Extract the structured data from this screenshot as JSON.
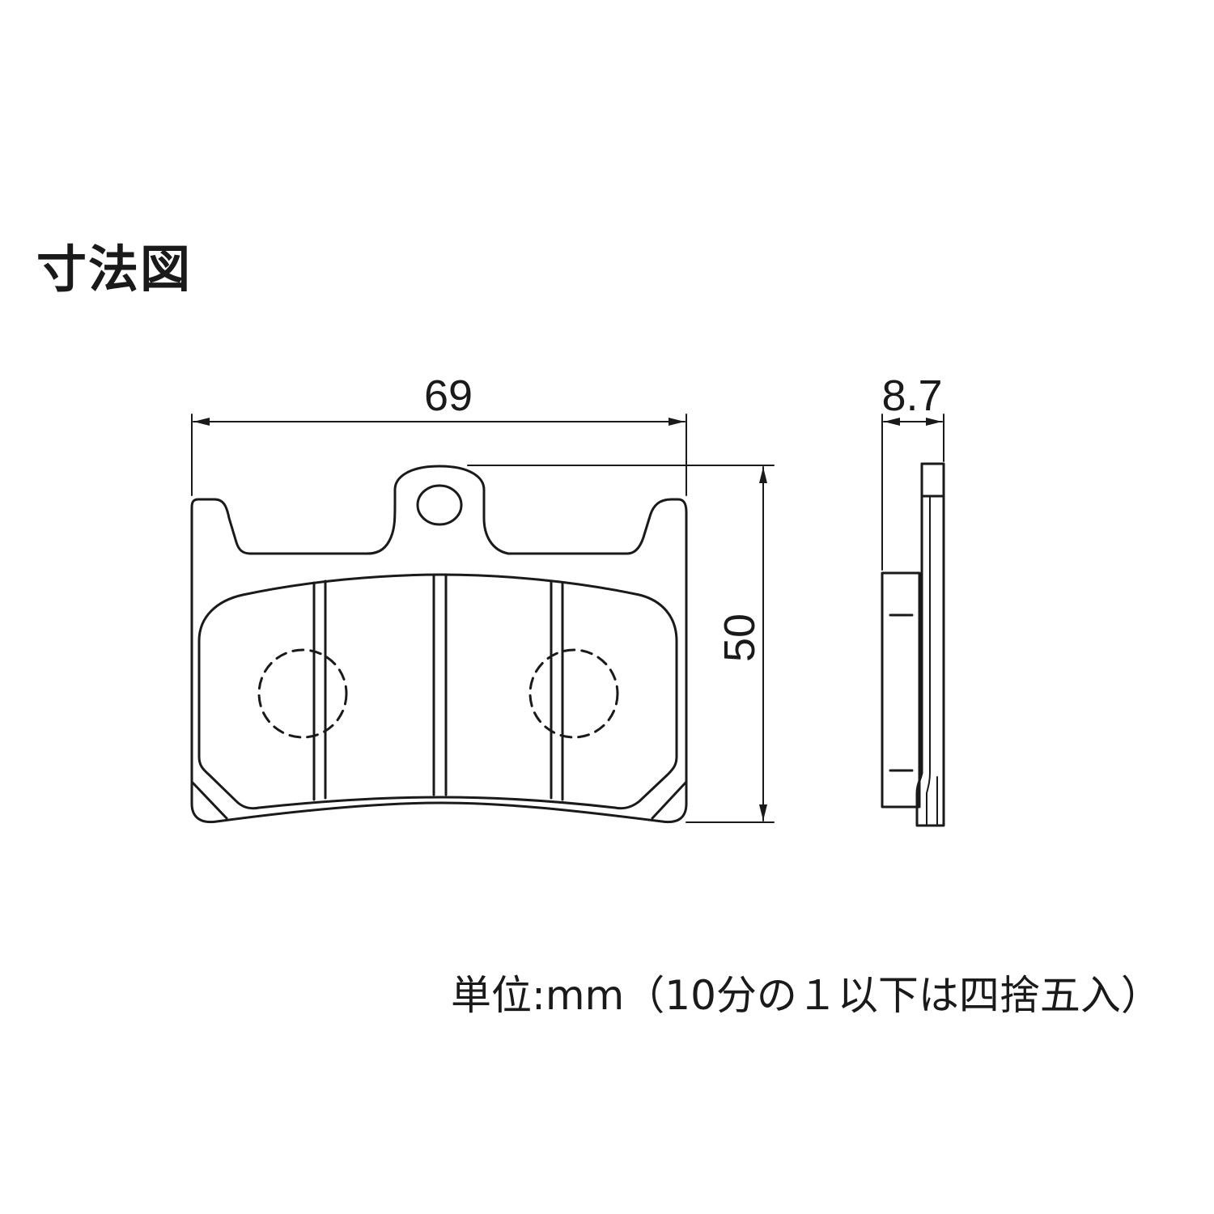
{
  "title": "寸法図",
  "dimensions": {
    "width": "69",
    "height": "50",
    "thickness": "8.7"
  },
  "units_note": "単位:mm（10分の１以下は四捨五入）"
}
